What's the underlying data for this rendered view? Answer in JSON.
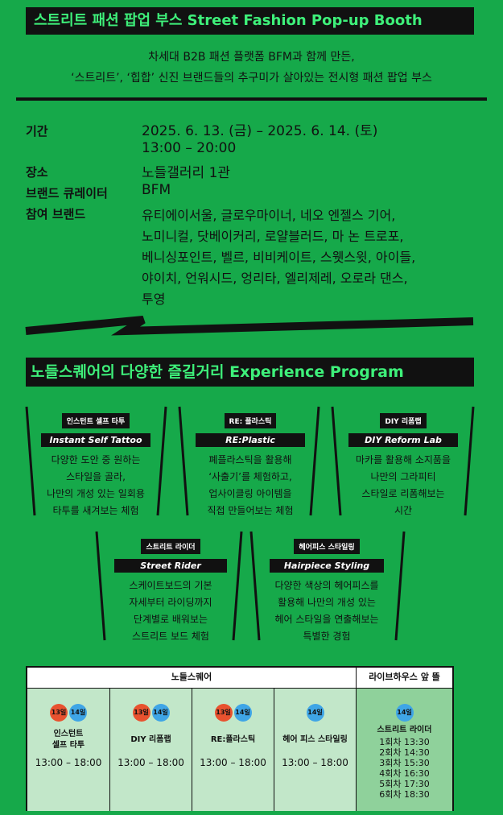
{
  "header": {
    "title": "스트리트 패션 팝업 부스 Street Fashion Pop-up Booth",
    "intro_line1": "차세대 B2B 패션 플랫폼 BFM과 함께 만든,",
    "intro_line2": "‘스트리트’, ‘힙합’ 신진 브랜드들의 추구미가 살아있는 전시형 패션 팝업 부스"
  },
  "info": {
    "period_label": "기간",
    "period_value": "2025. 6. 13. (금) – 2025. 6. 14. (토)",
    "time_value": "13:00 – 20:00",
    "place_label": "장소",
    "place_value": "노들갤러리 1관",
    "curator_label": "브랜드 큐레이터",
    "curator_value": "BFM",
    "brands_label": "참여 브랜드",
    "brands_lines": [
      "유티에이서울, 글로우마이너, 네오 엔젤스 기어,",
      "노미니컬, 닷베이커리, 로얄블러드, 마 논 트로포,",
      "베니싱포인트, 벨르, 비비케이트, 스웻스윗, 아이들,",
      "야이치, 언워시드, 엉리타, 엘리제레, 오로라 댄스,",
      "투영"
    ]
  },
  "program": {
    "title": "노들스퀘어의 다양한 즐길거리 Experience Program",
    "items": [
      {
        "kr": "인스턴트 셀프 타투",
        "en": "Instant Self Tattoo",
        "desc": [
          "다양한 도안 중 원하는",
          "스타일을 골라,",
          "나만의 개성 있는 일회용",
          "타투를 새겨보는 체험"
        ]
      },
      {
        "kr": "RE: 플라스틱",
        "en": "RE:Plastic",
        "desc": [
          "폐플라스틱을 활용해",
          "‘사출기’를 체험하고,",
          "업사이클링 아이템을",
          "직접 만들어보는 체험"
        ]
      },
      {
        "kr": "DIY 리폼랩",
        "en": "DIY Reform Lab",
        "desc": [
          "마카를 활용해 소지품을",
          "나만의 그라피티",
          "스타일로 리폼해보는",
          "시간"
        ]
      },
      {
        "kr": "스트리트 라이더",
        "en": "Street Rider",
        "desc": [
          "스케이트보드의 기본",
          "자세부터 라이딩까지",
          "단계별로 배워보는",
          "스트리트 보드 체험"
        ]
      },
      {
        "kr": "헤어피스 스타일링",
        "en": "Hairpiece Styling",
        "desc": [
          "다양한 색상의 헤어피스를",
          "활용해 나만의 개성 있는",
          "헤어 스타일을 연출해보는",
          "특별한 경험"
        ]
      }
    ]
  },
  "schedule": {
    "header_left": "노들스퀘어",
    "header_right": "라이브하우스 앞 뜰",
    "day13": "13일",
    "day14": "14일",
    "cells": [
      {
        "name": [
          "인스턴트",
          "셀프 타투"
        ],
        "time": "13:00 – 18:00"
      },
      {
        "name": [
          "DIY 리폼랩"
        ],
        "time": "13:00 – 18:00"
      },
      {
        "name": [
          "RE:플라스틱"
        ],
        "time": "13:00 – 18:00"
      },
      {
        "name": [
          "헤어 피스 스타일링"
        ],
        "time": "13:00 – 18:00"
      }
    ],
    "rider": {
      "name": "스트리트 라이더",
      "sessions": [
        "1회차 13:30",
        "2회차 14:30",
        "3회차 15:30",
        "4회차 16:30",
        "5회차 17:30",
        "6회차 18:30"
      ]
    }
  }
}
